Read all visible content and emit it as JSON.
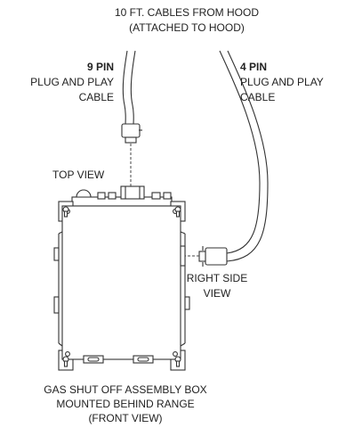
{
  "header": {
    "line1": "10 FT. CABLES FROM HOOD",
    "line2": "(ATTACHED TO HOOD)"
  },
  "left_cable": {
    "pins": "9 PIN",
    "line2": "PLUG AND PLAY",
    "line3": "CABLE"
  },
  "right_cable": {
    "pins": "4 PIN",
    "line2": "PLUG AND PLAY",
    "line3": "CABLE"
  },
  "top_view_label": "TOP VIEW",
  "right_side_view": {
    "line1": "RIGHT SIDE",
    "line2": "VIEW"
  },
  "footer": {
    "line1": "GAS SHUT OFF ASSEMBLY BOX",
    "line2": "MOUNTED BEHIND RANGE",
    "line3": "(FRONT VIEW)"
  }
}
